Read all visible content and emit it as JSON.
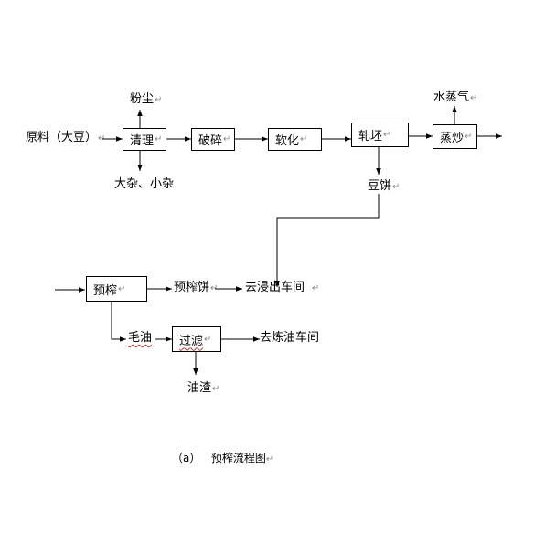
{
  "diagram": {
    "boxes": {
      "qingli": "清理",
      "posui": "破碎",
      "ruanhua": "软化",
      "yapi": "轧坯",
      "zhengchao": "蒸炒",
      "yuzha": "预榨",
      "guolv": "过滤"
    },
    "labels": {
      "raw_material": "原料（大豆）",
      "dust": "粉尘",
      "impurities": "大杂、小杂",
      "steam": "水蒸气",
      "soy_cake": "豆饼",
      "press_cake": "预榨饼",
      "to_extraction": "去浸出车间",
      "crude_oil": "毛油",
      "to_refining": "去炼油车间",
      "oil_residue": "油渣"
    },
    "caption": {
      "index": "（a）",
      "title": "预榨流程图"
    },
    "paragraph_mark": "↵"
  }
}
